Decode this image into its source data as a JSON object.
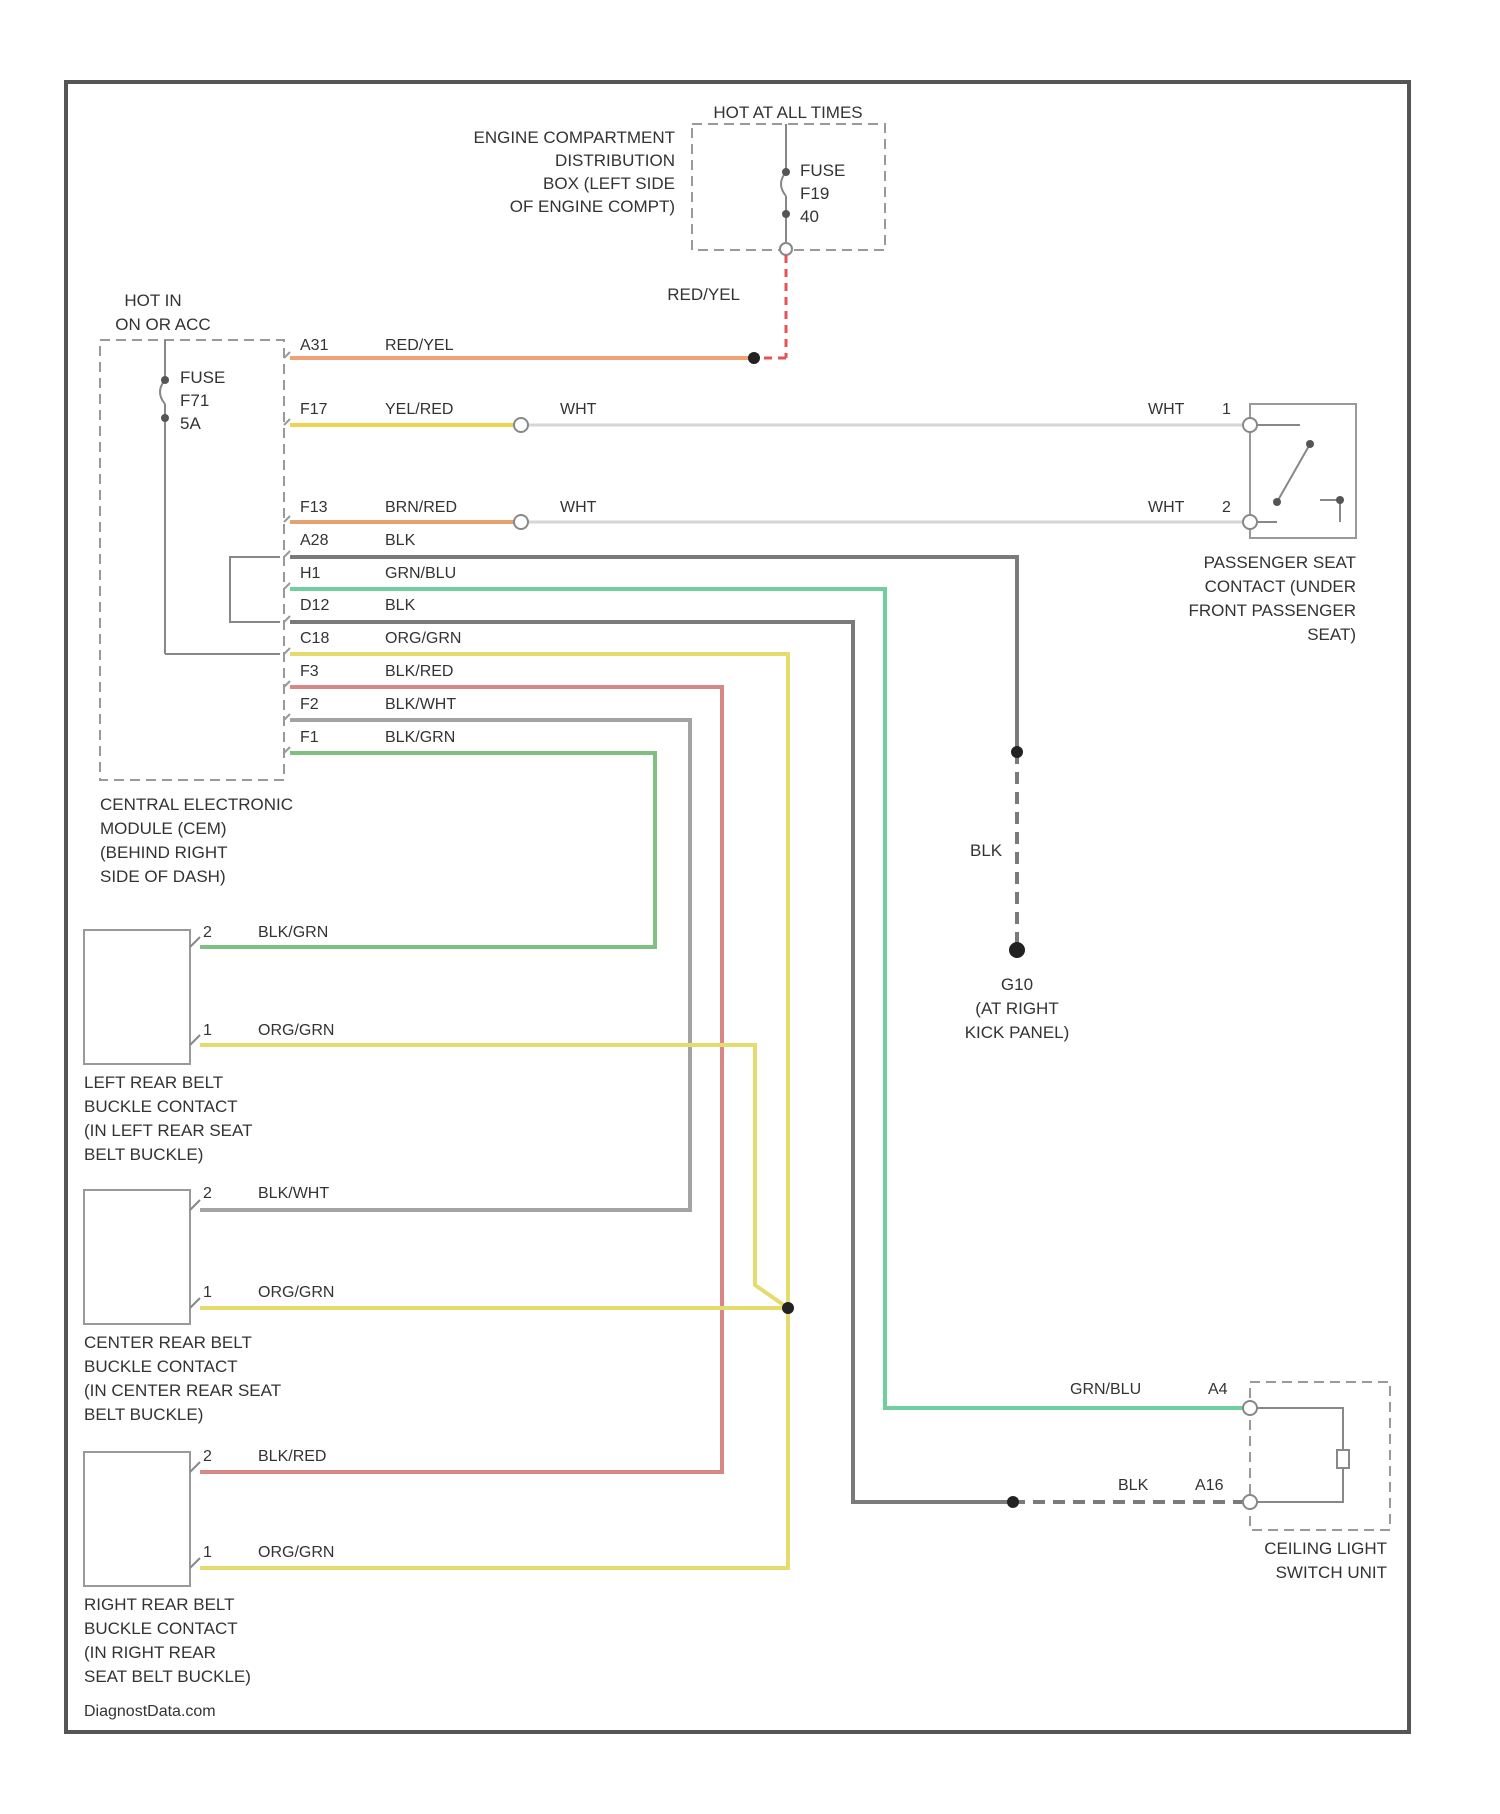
{
  "fuse_block": {
    "heading": "HOT AT ALL TIMES",
    "location": [
      "ENGINE COMPARTMENT",
      "DISTRIBUTION",
      "BOX (LEFT SIDE",
      "OF ENGINE COMPT)"
    ],
    "fuse": [
      "FUSE",
      "F19",
      "40"
    ],
    "out_wire": "RED/YEL"
  },
  "cem": {
    "heading": [
      "HOT IN",
      "ON OR ACC"
    ],
    "fuse": [
      "FUSE",
      "F71",
      "5A"
    ],
    "name": [
      "CENTRAL ELECTRONIC",
      "MODULE (CEM)",
      "(BEHIND RIGHT",
      "SIDE OF DASH)"
    ],
    "pins": [
      {
        "pin": "A31",
        "wire": "RED/YEL"
      },
      {
        "pin": "F17",
        "wire": "YEL/RED"
      },
      {
        "pin": "F13",
        "wire": "BRN/RED"
      },
      {
        "pin": "A28",
        "wire": "BLK"
      },
      {
        "pin": "H1",
        "wire": "GRN/BLU"
      },
      {
        "pin": "D12",
        "wire": "BLK"
      },
      {
        "pin": "C18",
        "wire": "ORG/GRN"
      },
      {
        "pin": "F3",
        "wire": "BLK/RED"
      },
      {
        "pin": "F2",
        "wire": "BLK/WHT"
      },
      {
        "pin": "F1",
        "wire": "BLK/GRN"
      }
    ]
  },
  "passenger_seat": {
    "wire": "WHT",
    "pins": [
      "1",
      "2"
    ],
    "name": [
      "PASSENGER SEAT",
      "CONTACT (UNDER",
      "FRONT PASSENGER",
      "SEAT)"
    ]
  },
  "ground": {
    "wire": "BLK",
    "name": [
      "G10",
      "(AT RIGHT",
      "KICK PANEL)"
    ]
  },
  "left_rear": {
    "pin_top": "2",
    "wire_top": "BLK/GRN",
    "pin_bottom": "1",
    "wire_bottom": "ORG/GRN",
    "name": [
      "LEFT REAR BELT",
      "BUCKLE CONTACT",
      "(IN LEFT REAR SEAT",
      "BELT BUCKLE)"
    ]
  },
  "center_rear": {
    "pin_top": "2",
    "wire_top": "BLK/WHT",
    "pin_bottom": "1",
    "wire_bottom": "ORG/GRN",
    "name": [
      "CENTER REAR BELT",
      "BUCKLE CONTACT",
      "(IN CENTER REAR SEAT",
      "BELT BUCKLE)"
    ]
  },
  "right_rear": {
    "pin_top": "2",
    "wire_top": "BLK/RED",
    "pin_bottom": "1",
    "wire_bottom": "ORG/GRN",
    "name": [
      "RIGHT REAR BELT",
      "BUCKLE CONTACT",
      "(IN RIGHT REAR",
      "SEAT BELT BUCKLE)"
    ]
  },
  "ceiling_light": {
    "wire_top": "GRN/BLU",
    "pin_top": "A4",
    "wire_bottom": "BLK",
    "pin_bottom": "A16",
    "name": [
      "CEILING LIGHT",
      "SWITCH UNIT"
    ]
  },
  "footer": "DiagnostData.com",
  "colors": {
    "red_yel": "#f0a276",
    "yel_red": "#f1d34f",
    "brn_red": "#e4a36e",
    "blk": "#7a7a7a",
    "grn_blu": "#6fcf9e",
    "org_grn": "#e6dc6e",
    "blk_red": "#d88787",
    "blk_wht": "#a3a3a3",
    "blk_grn": "#7fbf7f",
    "wht": "#d6d6d6",
    "frame": "#555555"
  }
}
